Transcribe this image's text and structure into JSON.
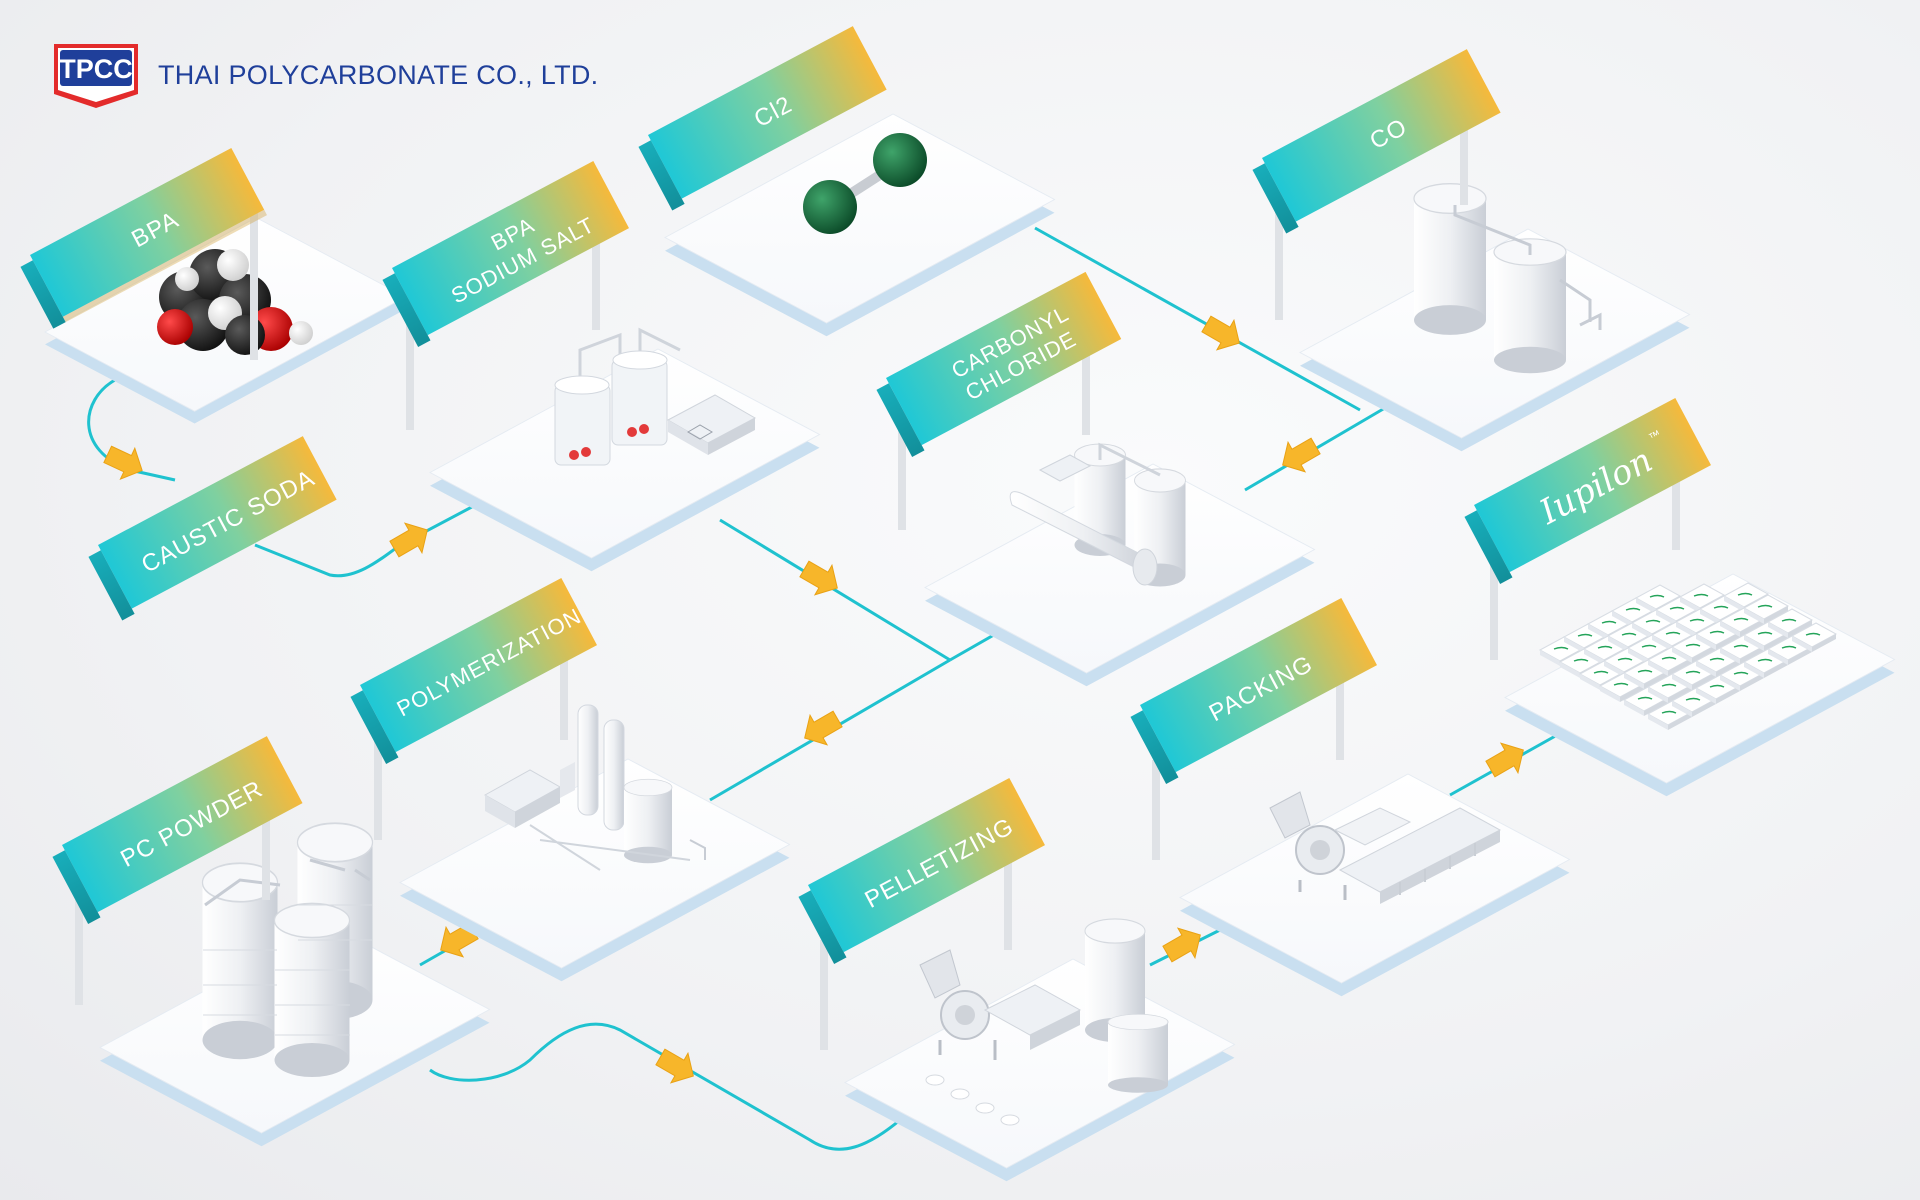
{
  "header": {
    "logo_mark": "TPCC",
    "company_name": "THAI POLYCARBONATE CO., LTD."
  },
  "colors": {
    "teal": "#22c6d3",
    "gold": "#f5b93a",
    "flow_line": "#1fc2cf",
    "arrow": "#f7b62a",
    "logo_blue": "#1f3f9a",
    "logo_red": "#e32b2b"
  },
  "stations": {
    "bpa": {
      "label": "BPA"
    },
    "caustic_soda": {
      "label": "CAUSTIC SODA"
    },
    "bpa_sodium_salt": {
      "line1": "BPA",
      "line2": "SODIUM SALT"
    },
    "cl2": {
      "label": "Cl2"
    },
    "carbonyl_chloride": {
      "line1": "CARBONYL",
      "line2": "CHLORIDE"
    },
    "co": {
      "label": "CO"
    },
    "polymerization": {
      "label": "POLYMERIZATION"
    },
    "pc_powder": {
      "label": "PC POWDER"
    },
    "pelletizing": {
      "label": "PELLETIZING"
    },
    "packing": {
      "label": "PACKING"
    },
    "iupilon": {
      "label": "Iupilon",
      "trademark": "™"
    }
  },
  "icons": {
    "bpa_molecule": "bpa-molecule-icon",
    "cl2_molecule": "chlorine-molecule-icon",
    "reactor_tanks": "reactor-tank-icon",
    "storage_silos": "silo-icon",
    "extruder": "extruder-icon",
    "product_bags": "product-bag-icon",
    "flow_arrow": "flow-arrow-icon"
  }
}
